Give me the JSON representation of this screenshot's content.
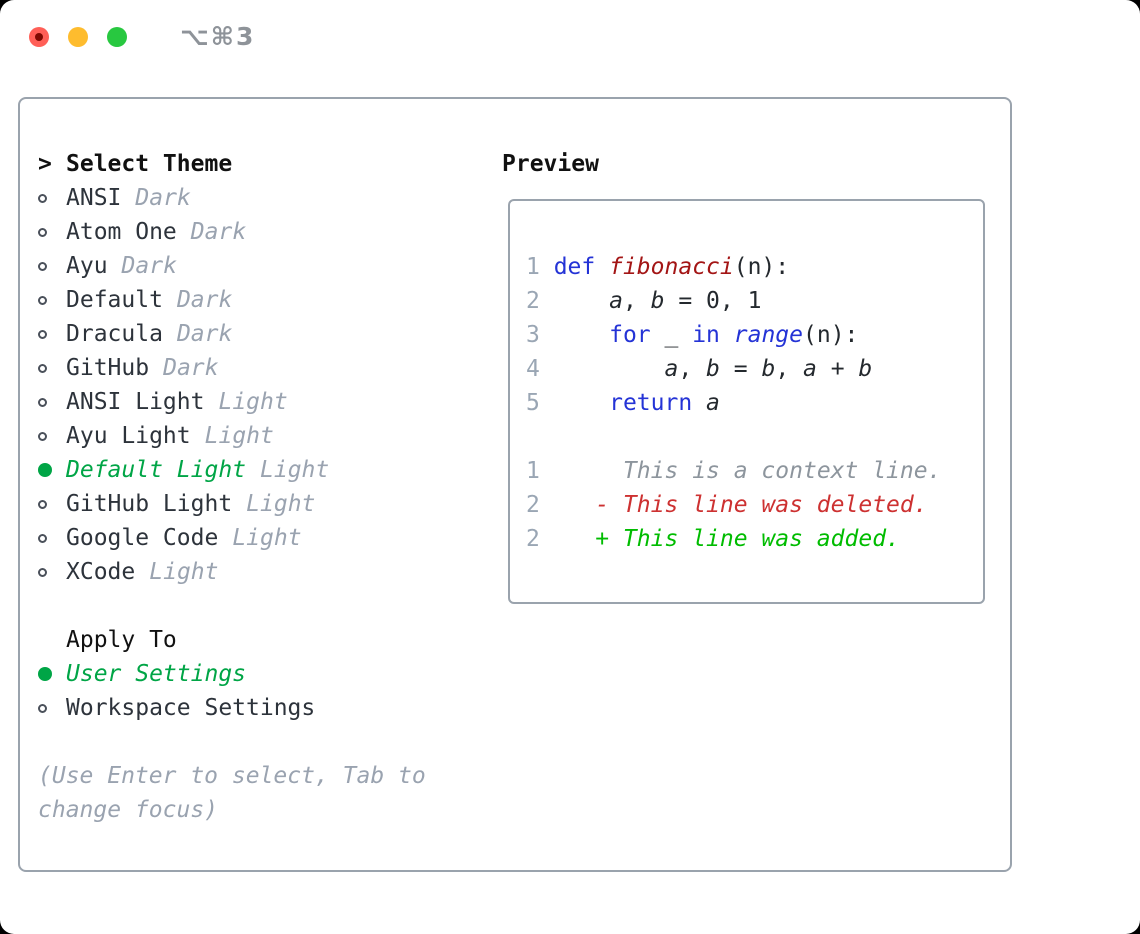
{
  "window": {
    "shortcut_label": "⌥⌘3",
    "traffic_lights": [
      {
        "name": "close-button",
        "color": "#ff5f57",
        "has_inner_dot": true
      },
      {
        "name": "minimize-button",
        "color": "#febc2e"
      },
      {
        "name": "zoom-button",
        "color": "#28c840"
      }
    ]
  },
  "theme_panel": {
    "prompt": ">",
    "title": "Select Theme",
    "themes": [
      {
        "name": "ANSI",
        "tag": "Dark",
        "selected": false
      },
      {
        "name": "Atom One",
        "tag": "Dark",
        "selected": false
      },
      {
        "name": "Ayu",
        "tag": "Dark",
        "selected": false
      },
      {
        "name": "Default",
        "tag": "Dark",
        "selected": false
      },
      {
        "name": "Dracula",
        "tag": "Dark",
        "selected": false
      },
      {
        "name": "GitHub",
        "tag": "Dark",
        "selected": false
      },
      {
        "name": "ANSI Light",
        "tag": "Light",
        "selected": false
      },
      {
        "name": "Ayu Light",
        "tag": "Light",
        "selected": false
      },
      {
        "name": "Default Light",
        "tag": "Light",
        "selected": true
      },
      {
        "name": "GitHub Light",
        "tag": "Light",
        "selected": false
      },
      {
        "name": "Google Code",
        "tag": "Light",
        "selected": false
      },
      {
        "name": "XCode",
        "tag": "Light",
        "selected": false
      }
    ],
    "apply_section": {
      "title": "Apply To",
      "options": [
        {
          "label": "User Settings",
          "selected": true
        },
        {
          "label": "Workspace Settings",
          "selected": false
        }
      ]
    },
    "help_lines": [
      "(Use Enter to select, Tab to",
      "change focus)"
    ]
  },
  "preview_panel": {
    "title": "Preview",
    "code_lines": [
      [
        {
          "t": "1 ",
          "c": "gutter"
        },
        {
          "t": "def",
          "c": "kw"
        },
        {
          "t": " ",
          "c": "plain"
        },
        {
          "t": "fibonacci",
          "c": "fn",
          "i": true
        },
        {
          "t": "(n):",
          "c": "plain"
        }
      ],
      [
        {
          "t": "2 ",
          "c": "gutter"
        },
        {
          "t": "    ",
          "c": "plain"
        },
        {
          "t": "a",
          "c": "var",
          "i": true
        },
        {
          "t": ", ",
          "c": "plain"
        },
        {
          "t": "b",
          "c": "var",
          "i": true
        },
        {
          "t": " = 0, 1",
          "c": "plain"
        }
      ],
      [
        {
          "t": "3 ",
          "c": "gutter"
        },
        {
          "t": "    ",
          "c": "plain"
        },
        {
          "t": "for",
          "c": "kw"
        },
        {
          "t": " _ ",
          "c": "plain"
        },
        {
          "t": "in",
          "c": "kw"
        },
        {
          "t": " ",
          "c": "plain"
        },
        {
          "t": "range",
          "c": "kw",
          "i": true
        },
        {
          "t": "(n):",
          "c": "plain"
        }
      ],
      [
        {
          "t": "4 ",
          "c": "gutter"
        },
        {
          "t": "        ",
          "c": "plain"
        },
        {
          "t": "a",
          "c": "var",
          "i": true
        },
        {
          "t": ", ",
          "c": "plain"
        },
        {
          "t": "b",
          "c": "var",
          "i": true
        },
        {
          "t": " = ",
          "c": "plain"
        },
        {
          "t": "b",
          "c": "var",
          "i": true
        },
        {
          "t": ", ",
          "c": "plain"
        },
        {
          "t": "a",
          "c": "var",
          "i": true
        },
        {
          "t": " + ",
          "c": "plain"
        },
        {
          "t": "b",
          "c": "var",
          "i": true
        }
      ],
      [
        {
          "t": "5 ",
          "c": "gutter"
        },
        {
          "t": "    ",
          "c": "plain"
        },
        {
          "t": "return",
          "c": "kw"
        },
        {
          "t": " ",
          "c": "plain"
        },
        {
          "t": "a",
          "c": "var",
          "i": true
        }
      ],
      [],
      [
        {
          "t": "1 ",
          "c": "gutter"
        },
        {
          "t": "     ",
          "c": "plain"
        },
        {
          "t": "This is a context line.",
          "c": "ctx",
          "i": true
        }
      ],
      [
        {
          "t": "2 ",
          "c": "gutter"
        },
        {
          "t": "   ",
          "c": "plain"
        },
        {
          "t": "- This line was deleted.",
          "c": "del",
          "i": true
        }
      ],
      [
        {
          "t": "2 ",
          "c": "gutter"
        },
        {
          "t": "   ",
          "c": "plain"
        },
        {
          "t": "+ This line was added.",
          "c": "add",
          "i": true
        }
      ]
    ]
  },
  "colors": {
    "selection_green": "#00a546",
    "diff_added_green": "#00bc00",
    "diff_deleted_red": "#cd3131",
    "keyword_blue": "#2433d6",
    "function_red": "#a31515",
    "muted_gray": "#9aa3b0",
    "gutter_gray": "#9aa6b4",
    "text_dark": "#2d333b",
    "panel_border_gray": "#9aa3ad",
    "traffic_red": "#ff5f57",
    "traffic_yellow": "#febc2e",
    "traffic_green": "#28c840"
  }
}
